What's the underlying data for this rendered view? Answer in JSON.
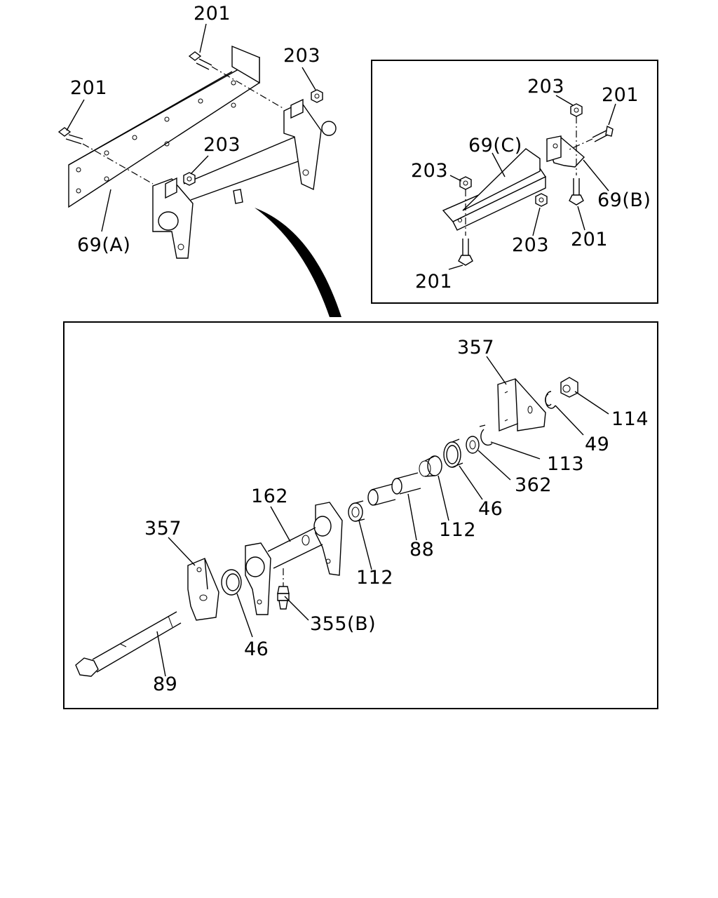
{
  "labels": {
    "top": {
      "l201a": "201",
      "l201b": "201",
      "l203a": "203",
      "l203b": "203",
      "l69a": "69(A)"
    },
    "inset": {
      "l203a": "203",
      "l201a": "201",
      "l69c": "69(C)",
      "l203b": "203",
      "l69b": "69(B)",
      "l203c": "203",
      "l201b": "201",
      "l201c": "201"
    },
    "detail": {
      "l357a": "357",
      "l114": "114",
      "l49": "49",
      "l113": "113",
      "l362": "362",
      "l46a": "46",
      "l112a": "112",
      "l88": "88",
      "l162": "162",
      "l112b": "112",
      "l357b": "357",
      "l355b": "355(B)",
      "l46b": "46",
      "l89": "89"
    }
  }
}
